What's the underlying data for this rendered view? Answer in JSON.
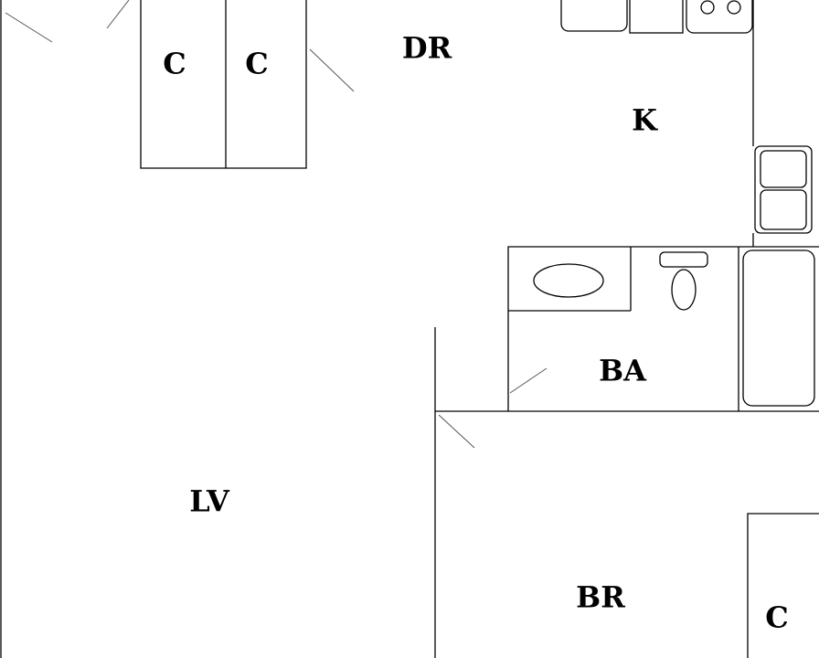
{
  "floor_plan": {
    "rooms": {
      "dining_room": "DR",
      "kitchen": "K",
      "bathroom": "BA",
      "living_room": "LV",
      "bedroom": "BR",
      "closet_left": "C",
      "closet_right": "C",
      "closet_bedroom": "C"
    }
  }
}
